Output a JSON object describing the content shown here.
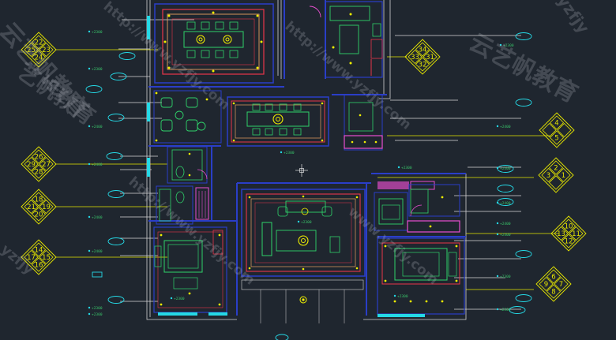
{
  "drawing": {
    "colors": {
      "background": "#1f262f",
      "wall": "#2a3ec8",
      "wall_outline": "#d2d2d2",
      "ceiling_red": "#e8364a",
      "furniture": "#2fd36a",
      "fixture": "#f0f000",
      "magenta": "#e94fd0",
      "cyan": "#25d9e6",
      "leader": "#d8d8d8",
      "level": "#39c46a",
      "tag_fill": "#e6e600"
    },
    "tags_left": [
      {
        "n": [
          "22",
          "25",
          "23",
          "24"
        ]
      },
      {
        "n": [
          "26",
          "29",
          "27",
          "28"
        ]
      },
      {
        "n": [
          "18",
          "21",
          "19",
          "20"
        ]
      },
      {
        "n": [
          "14",
          "17",
          "15",
          "16"
        ]
      }
    ],
    "tags_right": [
      {
        "n": [
          "34",
          "33",
          "31",
          "32"
        ]
      },
      {
        "n": [
          "4",
          "",
          "",
          "5"
        ]
      },
      {
        "n": [
          "2",
          "3",
          "1",
          ""
        ]
      },
      {
        "n": [
          "10",
          "13",
          "11",
          "12"
        ]
      },
      {
        "n": [
          "6",
          "9",
          "7",
          "8"
        ]
      }
    ],
    "level_marks_left": [
      "+2300",
      "+2300",
      "+2400",
      "+2400",
      "+2400",
      "+2400",
      "+2300",
      "+2300"
    ],
    "level_marks_right": [
      "+2300",
      "+2400",
      "+2400",
      "+2400",
      "+2400",
      "+2400",
      "+2300",
      "+2300"
    ],
    "level_marks_plan": [
      "+2300",
      "+2300",
      "+2300",
      "+2300",
      "+2300"
    ],
    "watermark": {
      "cn": [
        "云艺帆教育",
        "艺帆教育",
        "云艺帆教育"
      ],
      "url": [
        "http://www.yzfjy.com",
        "http://www.yzfjy.com",
        "www.yzfjy.com",
        "yzfjy"
      ]
    }
  }
}
